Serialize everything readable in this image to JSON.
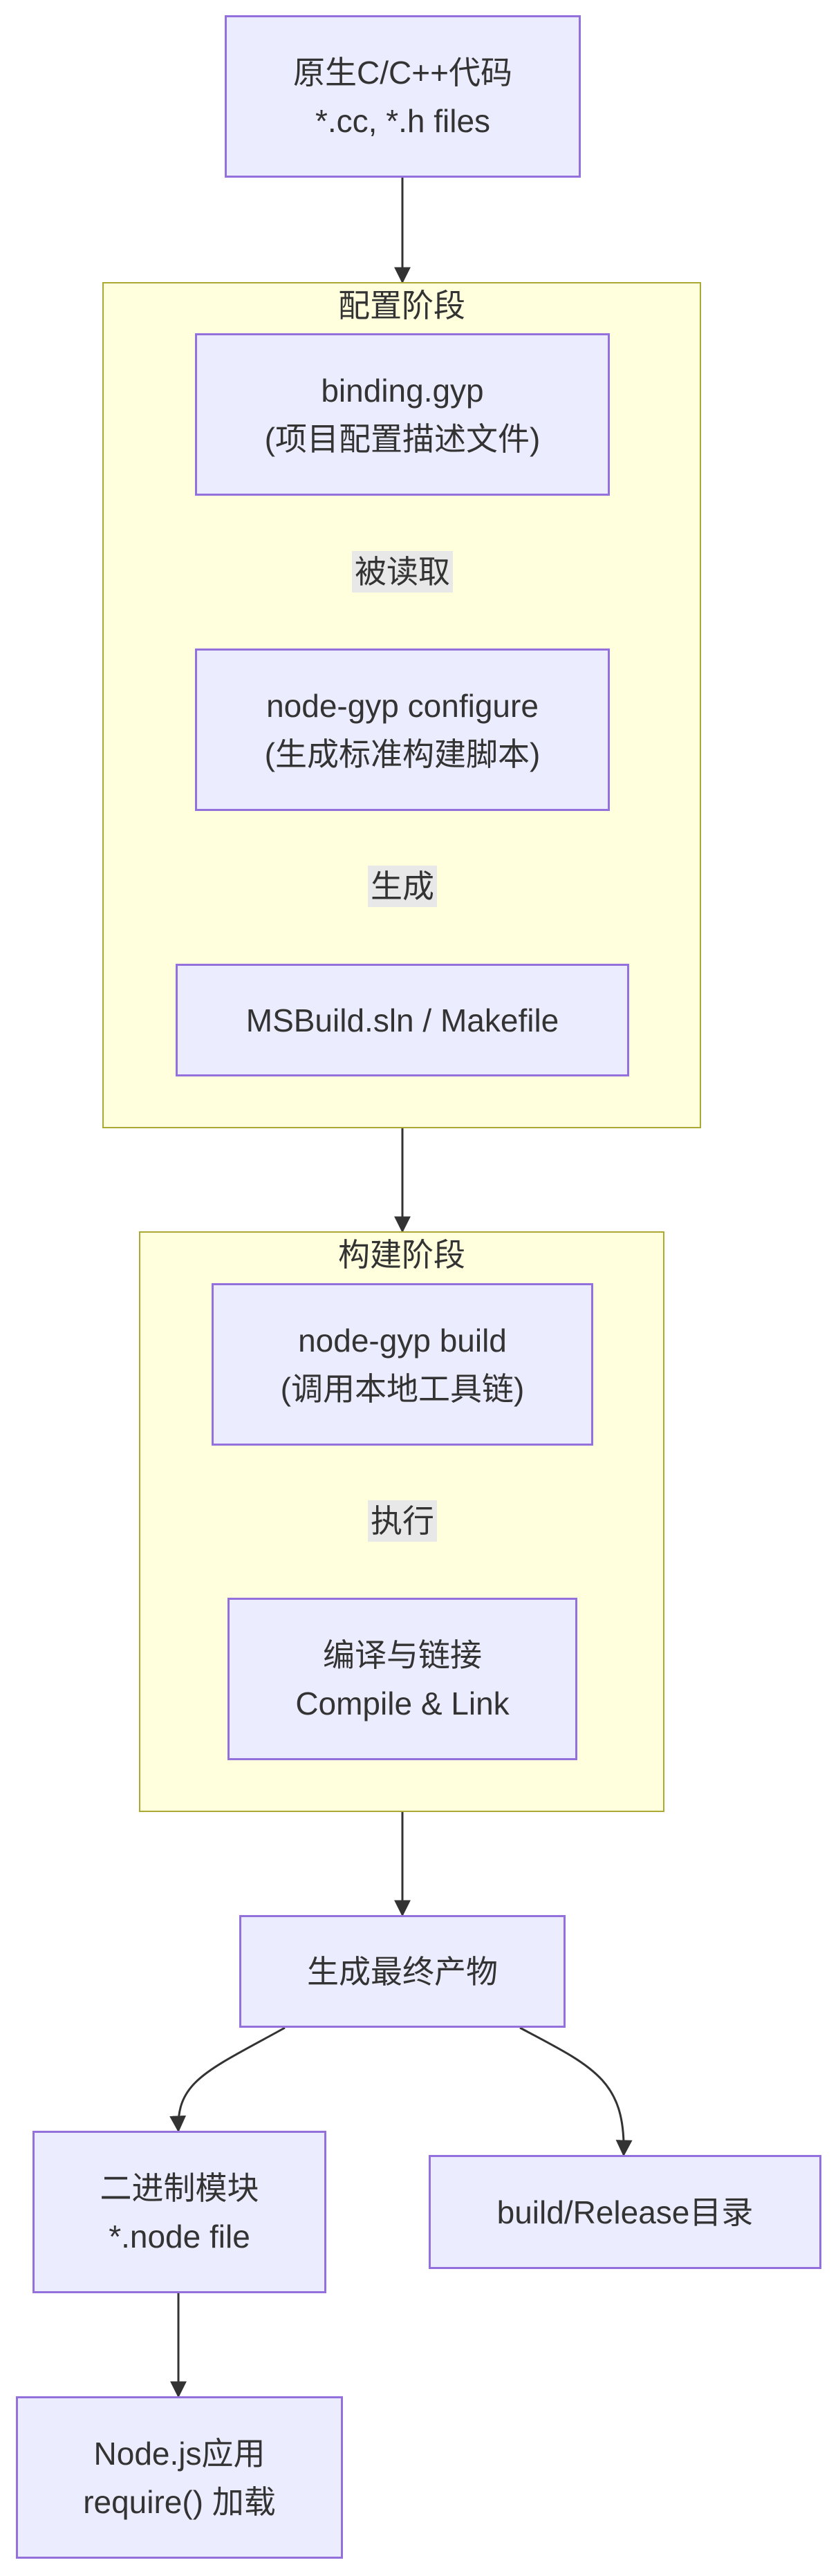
{
  "nodes": {
    "source": {
      "line1": "原生C/C++代码",
      "line2": "*.cc, *.h files"
    },
    "binding": {
      "line1": "binding.gyp",
      "line2": "(项目配置描述文件)"
    },
    "configure": {
      "line1": "node-gyp configure",
      "line2": "(生成标准构建脚本)"
    },
    "msbuild": {
      "line1": "MSBuild.sln / Makefile"
    },
    "build": {
      "line1": "node-gyp build",
      "line2": "(调用本地工具链)"
    },
    "compile": {
      "line1": "编译与链接",
      "line2": "Compile & Link"
    },
    "output": {
      "line1": "生成最终产物"
    },
    "binary": {
      "line1": "二进制模块",
      "line2": "*.node file"
    },
    "release": {
      "line1": "build/Release目录"
    },
    "nodejs": {
      "line1": "Node.js应用",
      "line2": "require() 加载"
    }
  },
  "clusters": {
    "config": {
      "title": "配置阶段"
    },
    "build": {
      "title": "构建阶段"
    }
  },
  "edges": {
    "read": "被读取",
    "generate": "生成",
    "execute": "执行"
  },
  "colors": {
    "node_fill": "#ececff",
    "node_border": "#9370db",
    "cluster_fill": "#ffffde",
    "cluster_border": "#aaaa33",
    "edge": "#333333",
    "edge_label_bg": "#e8e8e8",
    "text": "#333333"
  }
}
